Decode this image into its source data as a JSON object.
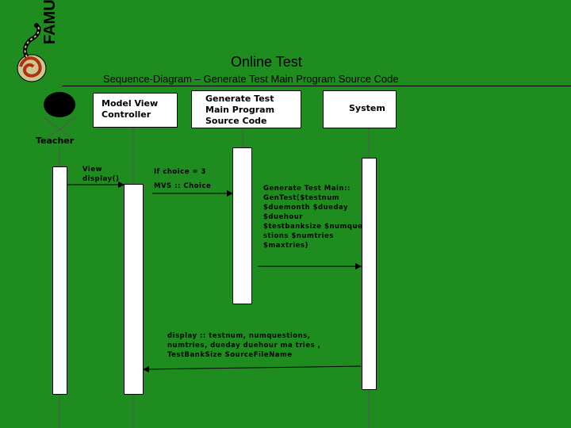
{
  "slide": {
    "title": "Online Test",
    "subtitle": "Sequence-Diagram – Generate Test Main Program Source Code",
    "logo_text": "FAMU"
  },
  "participants": [
    {
      "id": "teacher",
      "label": "Teacher"
    },
    {
      "id": "mvc",
      "label_line1": "Model View",
      "label_line2": "Controller"
    },
    {
      "id": "gen",
      "label_line1": "Generate Test",
      "label_line2": "Main Program",
      "label_line3": "Source Code"
    },
    {
      "id": "system",
      "label": "System"
    }
  ],
  "messages": {
    "view_display": {
      "line1": "View",
      "line2": "display()"
    },
    "choice": {
      "line1": "If choice = 3",
      "line2": "MVS :: Choice"
    },
    "gentest": {
      "line1": "Generate Test Main::",
      "line2": "GenTest($testnum",
      "line3": "$duemonth $dueday",
      "line4": "$duehour",
      "line5": "$testbanksize $numque",
      "line6": "stions $numtries",
      "line7": "$maxtries)"
    },
    "display_return": {
      "line1": "display :: testnum, numquestions,",
      "line2": "numtries, dueday duehour ma tries ,",
      "line3": "TestBankSize SourceFileName"
    }
  },
  "colors": {
    "background": "#1f8c1f",
    "box": "#ffffff",
    "line": "#000000"
  }
}
